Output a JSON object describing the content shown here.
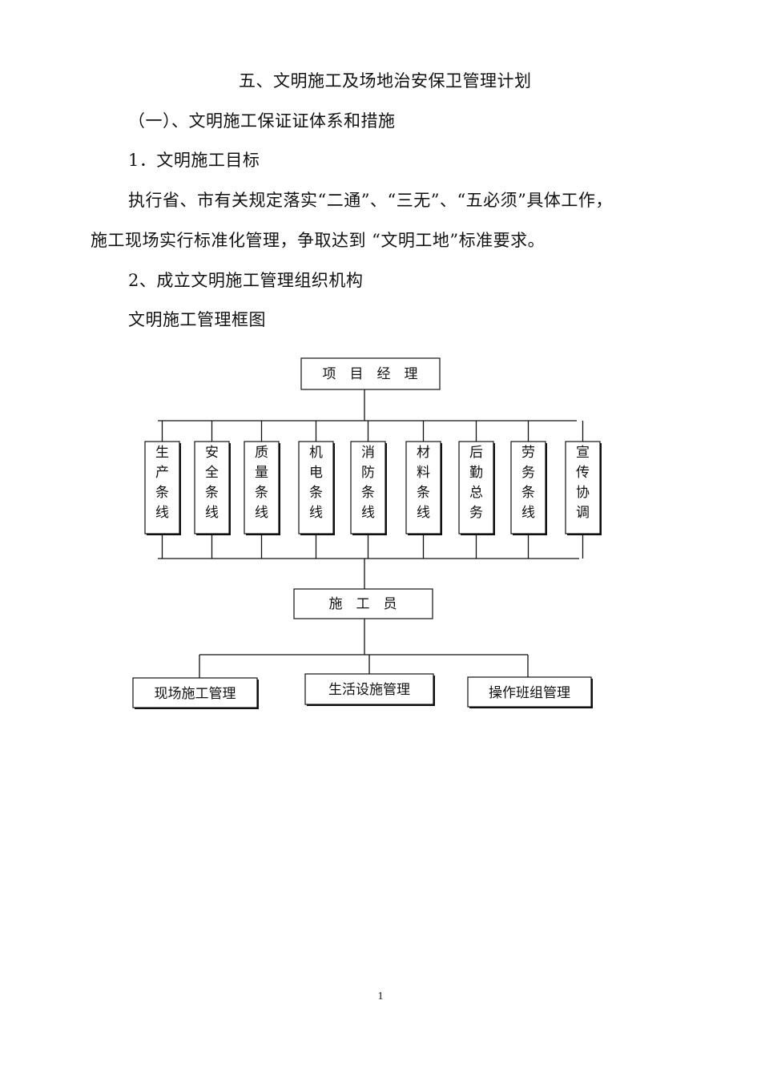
{
  "document": {
    "title": "五、文明施工及场地治安保卫管理计划",
    "section_heading": "（一）、文明施工保证证体系和措施",
    "item_1": "1．文明施工目标",
    "para_line_1": "执行省、市有关规定落实“二通”、“三无”、“五必须”具体工作，",
    "para_line_2": "施工现场实行标准化管理，争取达到 “文明工地”标准要求。",
    "item_2": "2、成立文明施工管理组织机构",
    "diagram_caption": "文明施工管理框图",
    "page_number": "1"
  },
  "org_chart": {
    "top": "项　目　经　理",
    "departments": [
      "生产条线",
      "安全条线",
      "质量条线",
      "机电条线",
      "消防条线",
      "材料条线",
      "后勤总务",
      "劳务条线",
      "宣传协调"
    ],
    "middle": "施　工　员",
    "bottom": [
      "现场施工管理",
      "生活设施管理",
      "操作班组管理"
    ]
  }
}
